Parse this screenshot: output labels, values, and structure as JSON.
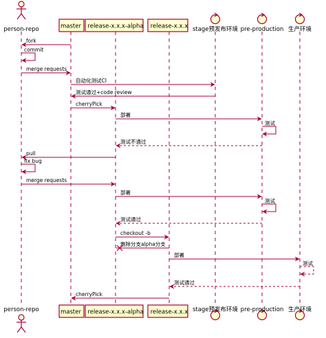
{
  "participants": [
    {
      "id": "person",
      "label": "person-repo",
      "kind": "actor"
    },
    {
      "id": "master",
      "label": "master",
      "kind": "box"
    },
    {
      "id": "alpha",
      "label": "release-x.x.x-alpha",
      "kind": "box"
    },
    {
      "id": "release",
      "label": "release-x.x.x",
      "kind": "box"
    },
    {
      "id": "stage",
      "label": "stage预发布环境",
      "kind": "control"
    },
    {
      "id": "preprod",
      "label": "pre-production",
      "kind": "control"
    },
    {
      "id": "prod",
      "label": "生产环境",
      "kind": "control"
    }
  ],
  "messages": [
    {
      "from": "master",
      "to": "person",
      "label": "fork",
      "style": "solid"
    },
    {
      "from": "person",
      "to": "person",
      "label": "commit",
      "style": "solid"
    },
    {
      "from": "person",
      "to": "master",
      "label": "merge requests",
      "style": "solid"
    },
    {
      "from": "master",
      "to": "stage",
      "label": "自动化测试CI",
      "style": "solid"
    },
    {
      "from": "stage",
      "to": "master",
      "label": "测试通过+code review",
      "style": "solid"
    },
    {
      "from": "master",
      "to": "alpha",
      "label": "cherryPick",
      "style": "solid"
    },
    {
      "from": "alpha",
      "to": "preprod",
      "label": "部署",
      "style": "solid"
    },
    {
      "from": "preprod",
      "to": "preprod",
      "label": "测试",
      "style": "solid"
    },
    {
      "from": "preprod",
      "to": "alpha",
      "label": "测试不通过",
      "style": "dashed"
    },
    {
      "from": "alpha",
      "to": "person",
      "label": "pull",
      "style": "solid"
    },
    {
      "from": "person",
      "to": "person",
      "label": "fix bug",
      "style": "solid"
    },
    {
      "from": "person",
      "to": "alpha",
      "label": "merge requests",
      "style": "solid"
    },
    {
      "from": "alpha",
      "to": "preprod",
      "label": "部署",
      "style": "solid"
    },
    {
      "from": "preprod",
      "to": "preprod",
      "label": "测试",
      "style": "solid"
    },
    {
      "from": "preprod",
      "to": "alpha",
      "label": "测试通过",
      "style": "dashed"
    },
    {
      "from": "alpha",
      "to": "release",
      "label": "checkout -b",
      "style": "solid"
    },
    {
      "from": "release",
      "to": "alpha",
      "label": "删除分支alpha分支",
      "style": "destroy"
    },
    {
      "from": "release",
      "to": "prod",
      "label": "部署",
      "style": "solid"
    },
    {
      "from": "prod",
      "to": "prod",
      "label": "测试",
      "style": "dashed"
    },
    {
      "from": "prod",
      "to": "release",
      "label": "测试通过",
      "style": "dashed"
    },
    {
      "from": "release",
      "to": "master",
      "label": "cherryPick",
      "style": "solid"
    }
  ],
  "colors": {
    "line": "#A80036",
    "box_fill": "#FEFECE",
    "lifeline": "#A80036"
  }
}
